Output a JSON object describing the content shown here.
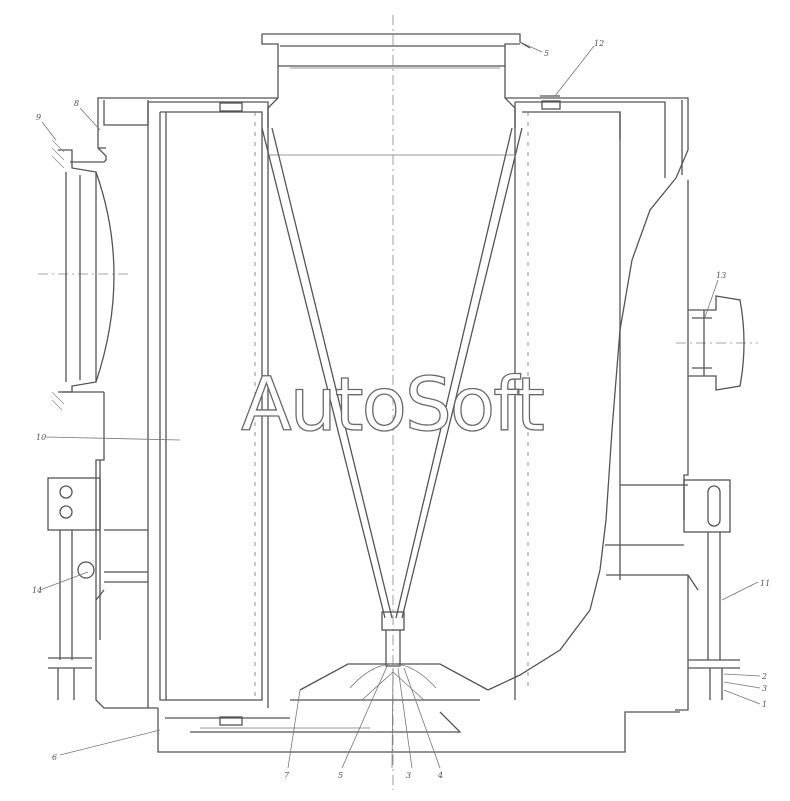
{
  "watermark": "AutoSoft",
  "callouts": [
    {
      "id": "c1",
      "label": "5"
    },
    {
      "id": "c2",
      "label": "12"
    },
    {
      "id": "c3",
      "label": "8"
    },
    {
      "id": "c4",
      "label": "9"
    },
    {
      "id": "c5",
      "label": "13"
    },
    {
      "id": "c6",
      "label": "10"
    },
    {
      "id": "c7",
      "label": "14"
    },
    {
      "id": "c8",
      "label": "11"
    },
    {
      "id": "c9",
      "label": "2"
    },
    {
      "id": "c10",
      "label": "3"
    },
    {
      "id": "c11",
      "label": "1"
    },
    {
      "id": "c12",
      "label": "6"
    },
    {
      "id": "c13",
      "label": "7"
    },
    {
      "id": "c14",
      "label": "5"
    },
    {
      "id": "c15",
      "label": "3"
    },
    {
      "id": "c16",
      "label": "4"
    }
  ],
  "colors": {
    "line": "#555555",
    "background": "#ffffff"
  }
}
